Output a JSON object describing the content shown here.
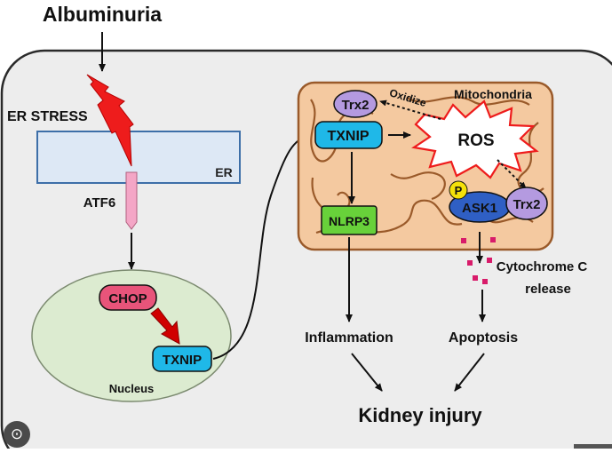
{
  "title": "Albuminuria",
  "er_stress": "ER STRESS",
  "er": "ER",
  "atf6": "ATF6",
  "chop": "CHOP",
  "txnip_nucleus": "TXNIP",
  "nucleus": "Nucleus",
  "mitochondria": "Mitochondria",
  "trx2_top": "Trx2",
  "oxidize": "Oxidize",
  "txnip_mito": "TXNIP",
  "ros": "ROS",
  "p": "P",
  "ask1": "ASK1",
  "trx2_bottom": "Trx2",
  "nlrp3": "NLRP3",
  "cytochrome_line1": "Cytochrome C",
  "cytochrome_line2": "release",
  "inflammation": "Inflammation",
  "apoptosis": "Apoptosis",
  "kidney_injury": "Kidney injury",
  "colors": {
    "lightning": "#ee1c1c",
    "er": "#dde8f5",
    "atf6": "#f4a6c6",
    "nucleus": "#dcebd0",
    "chop": "#e8547a",
    "txnip": "#1fb8e8",
    "mitochondria": "#f4c9a0",
    "mito_border": "#9a5a2a",
    "trx2": "#b49ae0",
    "ask1": "#2f5fc4",
    "p_badge": "#f5e10a",
    "nlrp3": "#68d13a",
    "cyto": "#d81b6a",
    "cell_bg": "#ededed"
  },
  "icons": {
    "lens": "google-lens-icon"
  }
}
